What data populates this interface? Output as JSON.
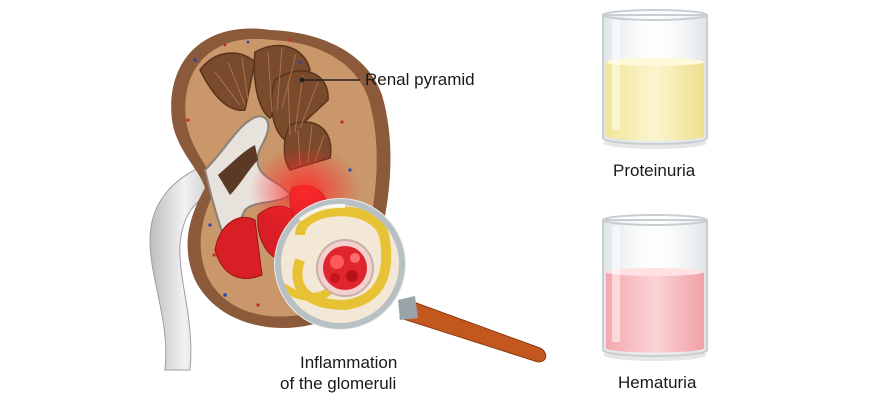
{
  "labels": {
    "renal_pyramid": "Renal pyramid",
    "inflammation_line1": "Inflammation",
    "inflammation_line2": "of the glomeruli",
    "proteinuria": "Proteinuria",
    "hematuria": "Hematuria"
  },
  "colors": {
    "kidney_outer": "#8a5a3a",
    "kidney_cortex": "#c9976a",
    "pyramid": "#7a4a2c",
    "inflammation": "#d81f26",
    "ureter": "#d9d9d9",
    "magnifier_handle": "#c2581e",
    "proteinuria_liquid": "#f7efb3",
    "hematuria_liquid": "#f7bfc3"
  }
}
